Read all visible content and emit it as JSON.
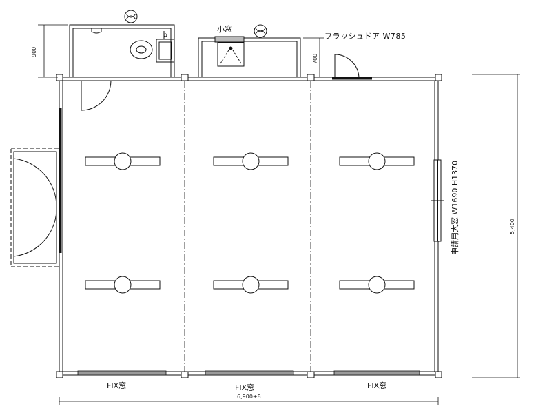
{
  "labels": {
    "small_window": "小窓",
    "flush_door": "フラッシュドア W785",
    "large_window": "申請用大窓 W1690 H1370",
    "fix_window_1": "FIX窓",
    "fix_window_2": "FIX窓",
    "fix_window_3": "FIX窓"
  },
  "dimensions": {
    "toilet_depth": "900",
    "sink_depth": "700",
    "height_total": "5,400",
    "width_total": "6,900+8"
  },
  "rooms": 3,
  "light_fixtures_per_room": 2,
  "colors": {
    "line": "#111111",
    "window_fill": "#9a9a9a",
    "background": "#ffffff"
  }
}
